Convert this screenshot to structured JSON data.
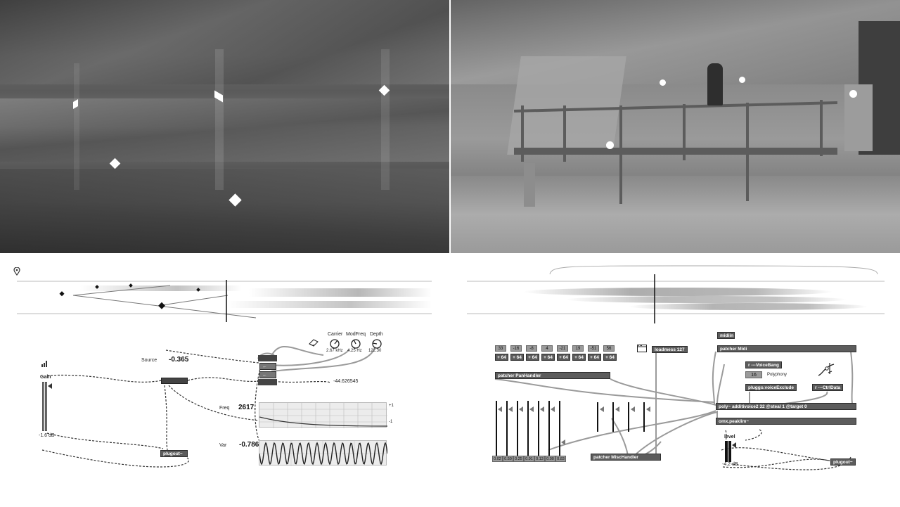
{
  "left_patch": {
    "source_label": "Source",
    "source_value": "-0.365",
    "knobs": [
      {
        "label": "Carrier",
        "value": "2.67 kHz"
      },
      {
        "label": "ModFreq",
        "value": "4.25 Hz"
      },
      {
        "label": "Depth",
        "value": "122.30"
      }
    ],
    "right_value": "-44.626545",
    "gain_label": "Gain",
    "gain_db": "-1.6 dB",
    "freq_label": "Freq",
    "freq_value": "2617.",
    "var_label": "Var",
    "var_value": "-0.786",
    "scope_top": "+1",
    "scope_bottom": "-1",
    "plugout": "plugout~"
  },
  "right_patch": {
    "offsets": [
      "33",
      "-16",
      "-8",
      "4",
      "-21",
      "19",
      "-51",
      "56"
    ],
    "add_label": "+ 64",
    "pan_handler": "patcher PanHandler",
    "loadmess": "loadmess 127",
    "midiin": "midiin",
    "patcher_midi": "patcher Midi",
    "voicebang": "r ---VoiceBang",
    "polyphony_num": "16",
    "polyphony_label": "Polyphony",
    "voice_exclude": "pluggo.voiceExclude",
    "ctrldata": "r ---CtrlData",
    "poly": "poly~ additivoice2 32 @steal 1 @target 0",
    "peaklim": "omx.peaklim~",
    "level_label": "level",
    "level_db": "-4.2 dB",
    "slider_values": [
      "0.02",
      "0.50",
      "0.25",
      "0.91",
      "0.13",
      "0.00",
      "0.83"
    ],
    "misc_handler": "patcher MiscHandler",
    "plugout": "plugout~"
  },
  "colors": {
    "background": "#ffffff",
    "object": "#5c5c5c",
    "cable": "#999999"
  }
}
